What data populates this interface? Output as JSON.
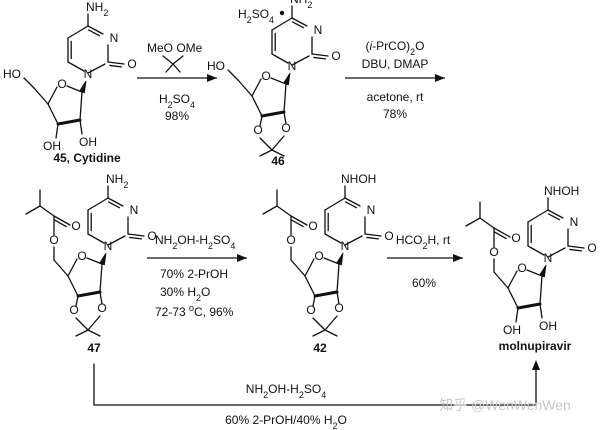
{
  "compounds": {
    "c45": {
      "label": "45, Cytidine",
      "substituents": [
        "NH2",
        "N",
        "N",
        "O",
        "O",
        "HO",
        "OH",
        "OH"
      ]
    },
    "c46": {
      "label": "46",
      "salt": "H2SO4",
      "substituents": [
        "NH2",
        "N",
        "N",
        "O",
        "O",
        "HO",
        "O",
        "O"
      ]
    },
    "c47": {
      "label": "47",
      "substituents": [
        "NH2",
        "N",
        "N",
        "O",
        "O",
        "O",
        "O",
        "O",
        "O"
      ]
    },
    "c42": {
      "label": "42",
      "substituents": [
        "NHOH",
        "N",
        "N",
        "O",
        "O",
        "O",
        "O",
        "O",
        "O"
      ]
    },
    "molnupiravir": {
      "label": "molnupiravir",
      "substituents": [
        "NHOH",
        "N",
        "N",
        "O",
        "O",
        "O",
        "O",
        "OH",
        "OH"
      ]
    }
  },
  "reactions": {
    "r1": {
      "reagent": "MeO  OMe",
      "acid": "H2SO4",
      "yield": "98%"
    },
    "r2": {
      "line1": "(i-PrCO)2O",
      "line2": "DBU,  DMAP",
      "solvent": "acetone, rt",
      "yield": "78%"
    },
    "r3": {
      "line1": "NH2OH-H2SO4",
      "line2": "70% 2-PrOH",
      "line3": "30% H2O",
      "line4": "72-73 °C, 96%"
    },
    "r4": {
      "line1": "HCO2H, rt",
      "line2": "60%"
    },
    "r5": {
      "line1": "NH2OH-H2SO4",
      "line2": "60% 2-PrOH/40% H2O"
    }
  },
  "watermark": "知乎 @WenWenWen"
}
